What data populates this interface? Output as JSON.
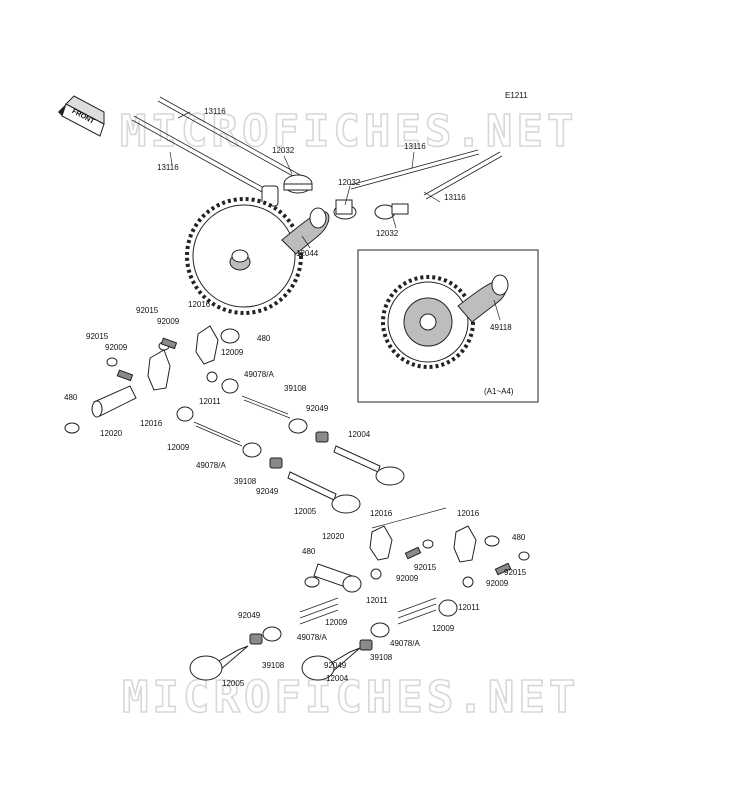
{
  "diagram": {
    "code": "E1211",
    "front_label": "FRONT",
    "watermark_text": "MICROFICHES.NET",
    "inset_label": "(A1~A4)",
    "labels": [
      {
        "id": "l1",
        "text": "13116"
      },
      {
        "id": "l2",
        "text": "13116"
      },
      {
        "id": "l3",
        "text": "12032"
      },
      {
        "id": "l4",
        "text": "13116"
      },
      {
        "id": "l5",
        "text": "12032"
      },
      {
        "id": "l6",
        "text": "13116"
      },
      {
        "id": "l7",
        "text": "12032"
      },
      {
        "id": "l8",
        "text": "12044"
      },
      {
        "id": "l9",
        "text": "49118"
      },
      {
        "id": "l10",
        "text": "92015"
      },
      {
        "id": "l11",
        "text": "12016"
      },
      {
        "id": "l12",
        "text": "92009"
      },
      {
        "id": "l13",
        "text": "480"
      },
      {
        "id": "l14",
        "text": "92015"
      },
      {
        "id": "l15",
        "text": "92009"
      },
      {
        "id": "l16",
        "text": "12009"
      },
      {
        "id": "l17",
        "text": "49078/A"
      },
      {
        "id": "l18",
        "text": "39108"
      },
      {
        "id": "l19",
        "text": "12011"
      },
      {
        "id": "l20",
        "text": "480"
      },
      {
        "id": "l21",
        "text": "92049"
      },
      {
        "id": "l22",
        "text": "12016"
      },
      {
        "id": "l23",
        "text": "12020"
      },
      {
        "id": "l24",
        "text": "12004"
      },
      {
        "id": "l25",
        "text": "12009"
      },
      {
        "id": "l26",
        "text": "49078/A"
      },
      {
        "id": "l27",
        "text": "39108"
      },
      {
        "id": "l28",
        "text": "92049"
      },
      {
        "id": "l29",
        "text": "12005"
      },
      {
        "id": "l30",
        "text": "12016"
      },
      {
        "id": "l31",
        "text": "12016"
      },
      {
        "id": "l32",
        "text": "12020"
      },
      {
        "id": "l33",
        "text": "480"
      },
      {
        "id": "l34",
        "text": "480"
      },
      {
        "id": "l35",
        "text": "92015"
      },
      {
        "id": "l36",
        "text": "92009"
      },
      {
        "id": "l37",
        "text": "92015"
      },
      {
        "id": "l38",
        "text": "92009"
      },
      {
        "id": "l39",
        "text": "12011"
      },
      {
        "id": "l40",
        "text": "12011"
      },
      {
        "id": "l41",
        "text": "12009"
      },
      {
        "id": "l42",
        "text": "12009"
      },
      {
        "id": "l43",
        "text": "92049"
      },
      {
        "id": "l44",
        "text": "49078/A"
      },
      {
        "id": "l45",
        "text": "49078/A"
      },
      {
        "id": "l46",
        "text": "39108"
      },
      {
        "id": "l47",
        "text": "92049"
      },
      {
        "id": "l48",
        "text": "39108"
      },
      {
        "id": "l49",
        "text": "12005"
      },
      {
        "id": "l50",
        "text": "12004"
      }
    ]
  }
}
